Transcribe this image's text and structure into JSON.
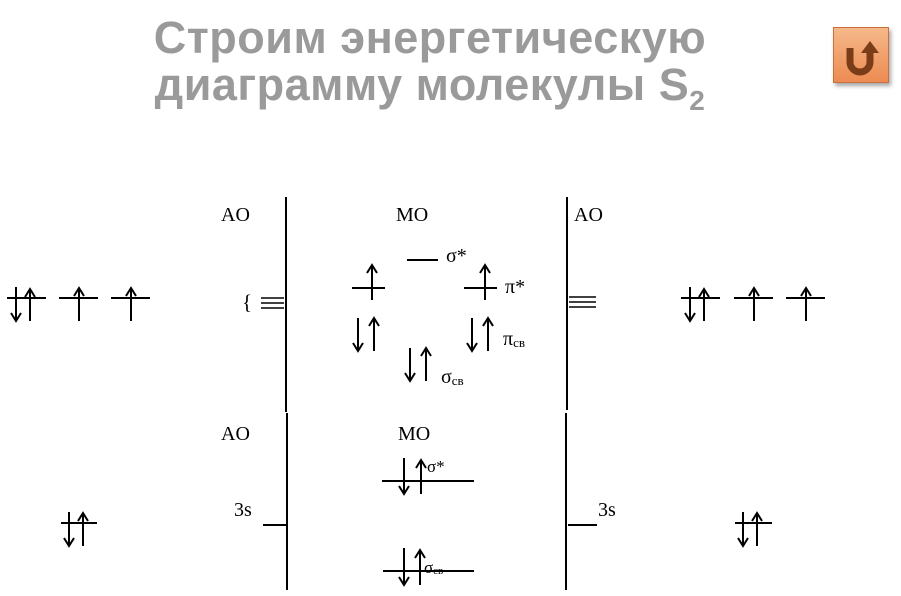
{
  "header": {
    "title_line1": "Строим энергетическую",
    "title_line2_main": "диаграмму молекулы S",
    "title_line2_sub": "2"
  },
  "nav": {
    "home_icon": "return-arrow-icon"
  },
  "diagram": {
    "upper": {
      "label_ao_left": "AO",
      "label_mo": "MO",
      "label_ao_right": "AO",
      "sigma_star": "σ*",
      "pi_star": "π*",
      "pi_bond": "π",
      "pi_bond_sub": "св",
      "sigma_bond": "σ",
      "sigma_bond_sub": "св"
    },
    "lower": {
      "label_ao_left": "AO",
      "label_mo": "MO",
      "label_3s_left": "3s",
      "label_3s_right": "3s",
      "sigma_star": "σ*",
      "sigma_bond": "σ",
      "sigma_bond_sub": "св"
    }
  }
}
